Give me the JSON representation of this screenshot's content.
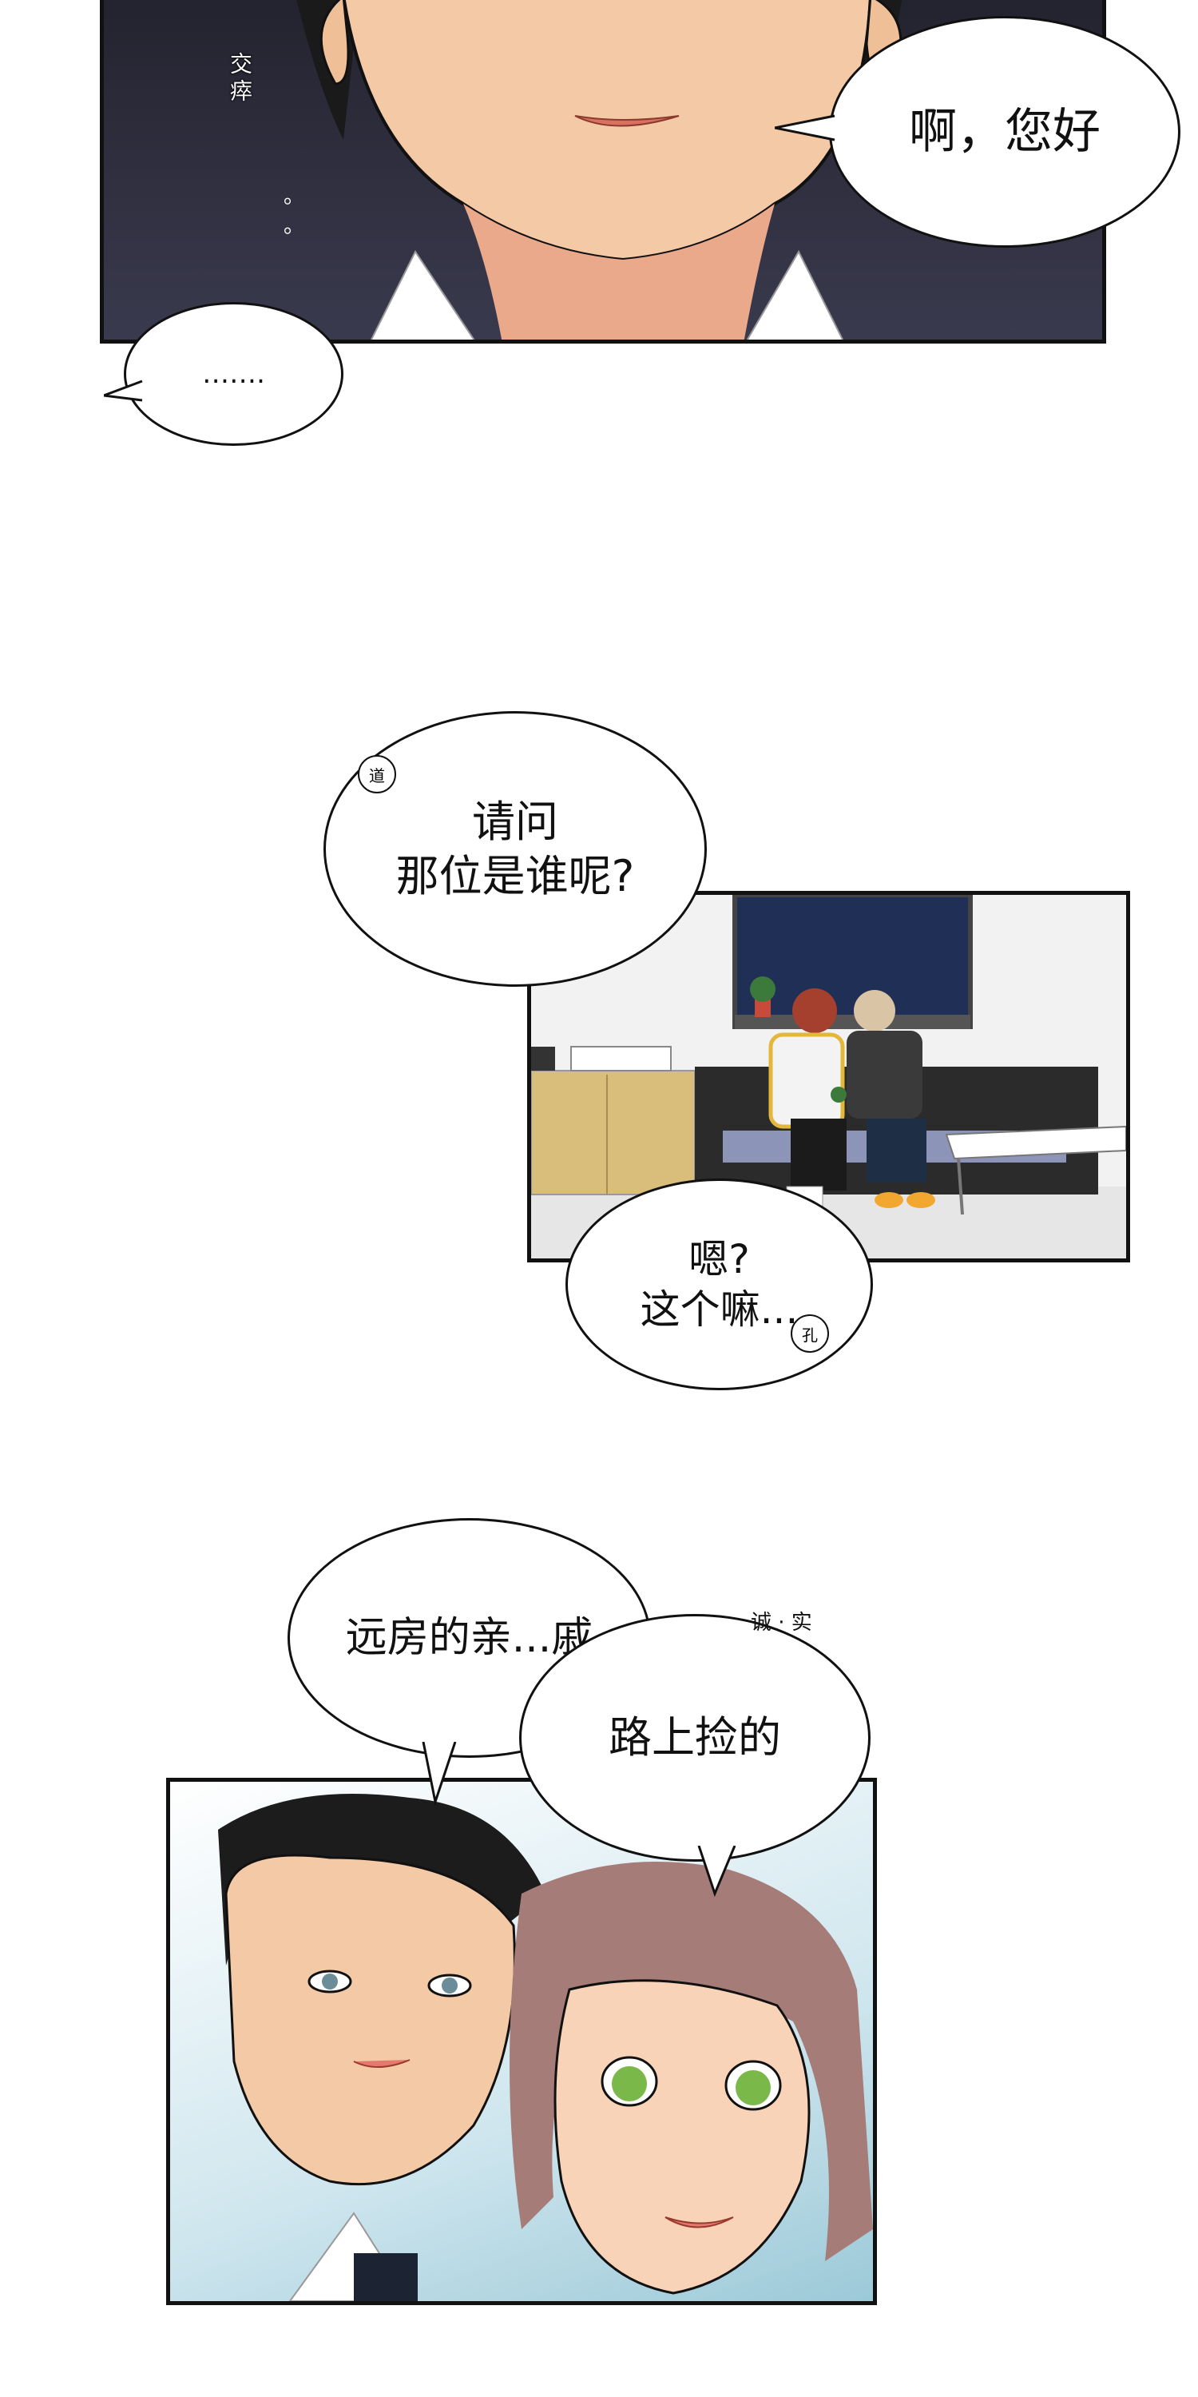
{
  "panel1": {
    "sfx_left": "交瘁",
    "bubble_right": "啊，您好",
    "bubble_left": "……."
  },
  "panel2": {
    "bubble_question": "请问\n那位是谁呢?",
    "speaker_tag_question": "道",
    "bubble_answer": "嗯?\n这个嘛...",
    "speaker_tag_answer": "孔"
  },
  "panel3": {
    "bubble_left": "远房的亲...戚",
    "bubble_right": "路上捡的",
    "sfx_top": "诚 · 实"
  },
  "colors": {
    "panel1_bg": "#2a2a3a",
    "skin": "#f4c9a6",
    "room_wall": "#f2f2f2",
    "sofa": "#2b2b2b",
    "window": "#1f2f55",
    "panel3_bg": "#cfe6ee"
  }
}
